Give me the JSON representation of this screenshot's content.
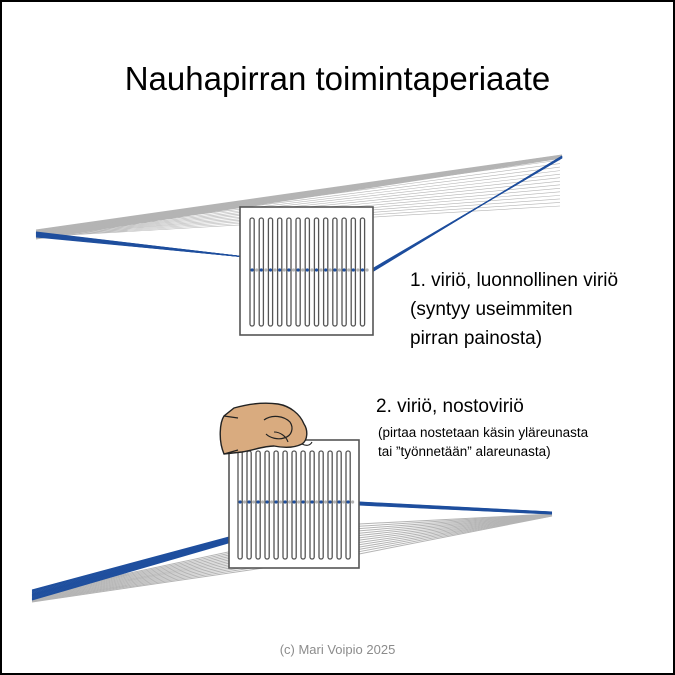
{
  "title": "Nauhapirran toimintaperiaate",
  "shed1": {
    "lines": [
      "1. viriö, luonnollinen viriö",
      "(syntyy useimmiten",
      "pirran painosta)"
    ]
  },
  "shed2": {
    "heading": "2. viriö, nostoviriö",
    "notes": [
      "(pirtaa nostetaan käsin yläreunasta",
      "tai ”työnnetään” alareunasta)"
    ]
  },
  "credit": "(c) Mari Voipio 2025",
  "colors": {
    "warp_gray": "#b4b4b4",
    "warp_blue": "#1f4f9e",
    "heddle_frame": "#555555",
    "skin": "#d9ab7f"
  },
  "icons": {
    "heddle": "rigid-heddle-icon",
    "hand": "hand-icon"
  }
}
